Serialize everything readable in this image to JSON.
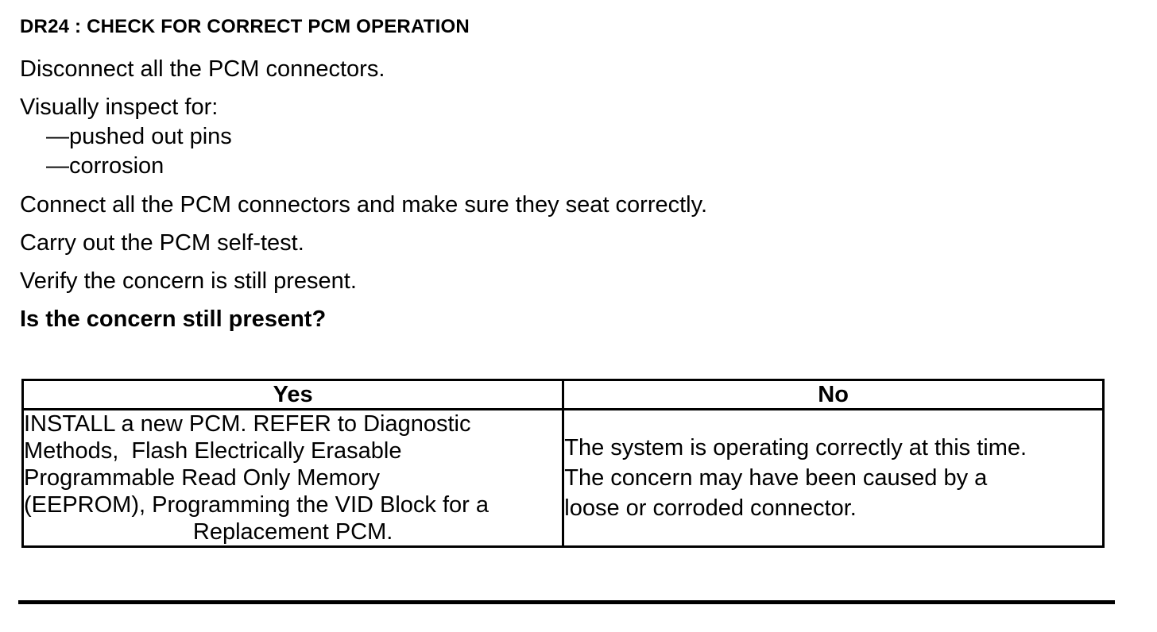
{
  "doc": {
    "title": "DR24 : CHECK FOR CORRECT PCM OPERATION",
    "steps_before": [
      "Disconnect all the PCM connectors.",
      "Visually inspect for:"
    ],
    "inspection_items": [
      "—pushed out pins",
      "—corrosion"
    ],
    "steps_after": [
      "Connect all the PCM connectors and make sure they seat correctly.",
      "Carry out the PCM self-test.",
      "Verify the concern is still present."
    ],
    "question": "Is the concern still present?"
  },
  "results_table": {
    "yes_header": "Yes",
    "no_header": "No",
    "yes_lines": [
      "INSTALL a new PCM. REFER to Diagnostic",
      "Methods,  Flash Electrically Erasable",
      "Programmable Read Only Memory",
      "(EEPROM), Programming the VID Block for a",
      "Replacement PCM."
    ],
    "no_lines": [
      "The system is operating correctly at this time.",
      "The concern may have been caused by a",
      "loose or corroded connector."
    ]
  },
  "colors": {
    "text": "#000000",
    "background": "#ffffff",
    "border": "#000000"
  }
}
